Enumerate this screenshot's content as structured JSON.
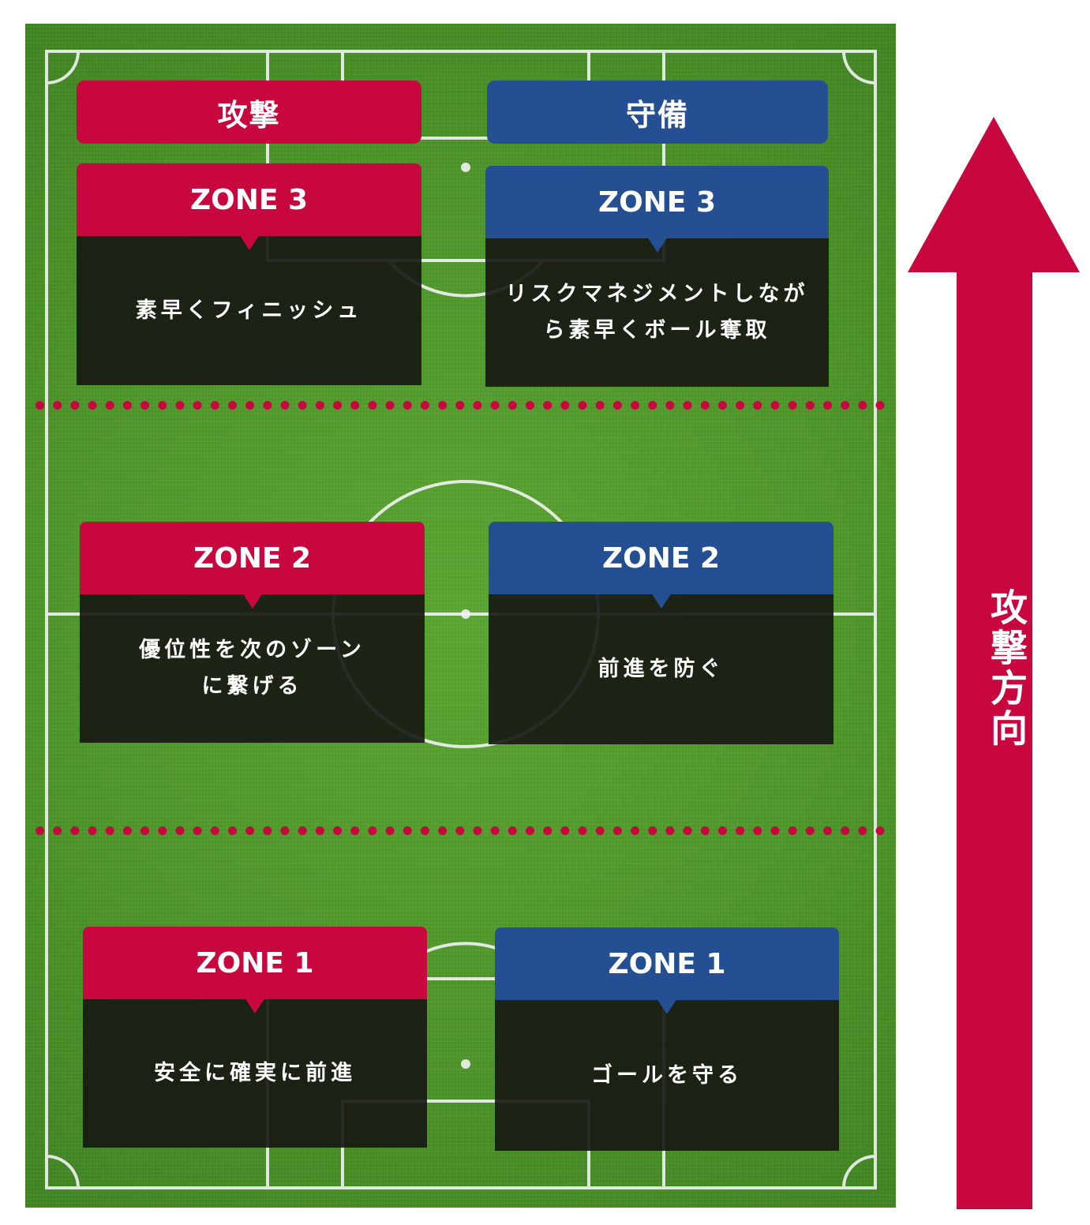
{
  "colors": {
    "attack": "#c8073f",
    "defense": "#244f93",
    "panel": "#16160f",
    "field": "#4f9a2b"
  },
  "headers": {
    "attack": "攻撃",
    "defense": "守備"
  },
  "arrow": {
    "label": "攻撃方向",
    "direction": "up"
  },
  "zones": {
    "attack": [
      {
        "zone": "ZONE 3",
        "text": "素早くフィニッシュ"
      },
      {
        "zone": "ZONE 2",
        "text": "優位性を次のゾーン\nに繋げる"
      },
      {
        "zone": "ZONE 1",
        "text": "安全に確実に前進"
      }
    ],
    "defense": [
      {
        "zone": "ZONE 3",
        "text": "リスクマネジメントしなが\nら素早くボール奪取"
      },
      {
        "zone": "ZONE 2",
        "text": "前進を防ぐ"
      },
      {
        "zone": "ZONE 1",
        "text": "ゴールを守る"
      }
    ]
  }
}
